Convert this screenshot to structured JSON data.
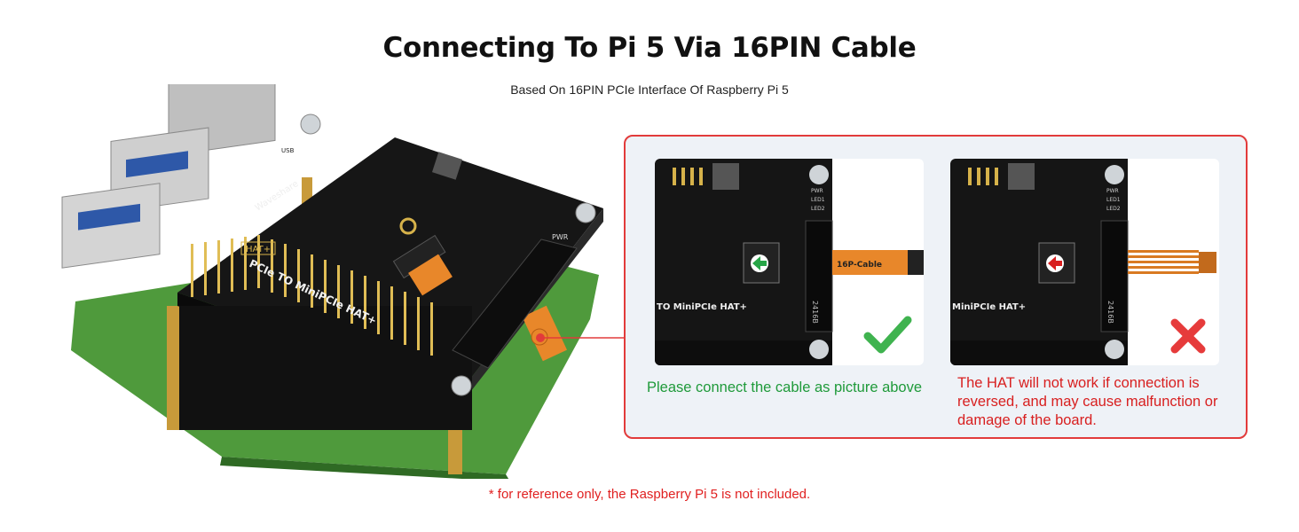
{
  "header": {
    "title": "Connecting To Pi 5 Via 16PIN Cable",
    "subtitle": "Based On 16PIN PCIe Interface Of Raspberry Pi 5"
  },
  "board": {
    "brand": "Waveshare",
    "hat_badge": "HAT+",
    "model_label": "PCIe TO MiniPCIe HAT+",
    "pwr_label": "PWR",
    "usb_label": "USB"
  },
  "callout": {
    "correct": {
      "caption": "Please connect the cable as picture above",
      "cable_label": "16P-Cable",
      "board_label": "TO MiniPCIe HAT+",
      "slot_label": "2416B",
      "labels": [
        "PWR",
        "LED1",
        "LED2"
      ]
    },
    "wrong": {
      "caption": "The HAT will not work if connection is reversed, and may cause malfunction or damage of the board.",
      "board_label": "MiniPCIe HAT+",
      "slot_label": "2416B",
      "labels": [
        "PWR",
        "LED1",
        "LED2"
      ]
    }
  },
  "footer": {
    "note": "* for reference only, the Raspberry Pi 5 is not included."
  },
  "colors": {
    "accent_red": "#e23b3b",
    "ok_green": "#1f9a3a",
    "error_red": "#d81f1f",
    "pcb_black": "#161616",
    "pi_green": "#4f9a3c",
    "cable_orange": "#e8872a"
  }
}
